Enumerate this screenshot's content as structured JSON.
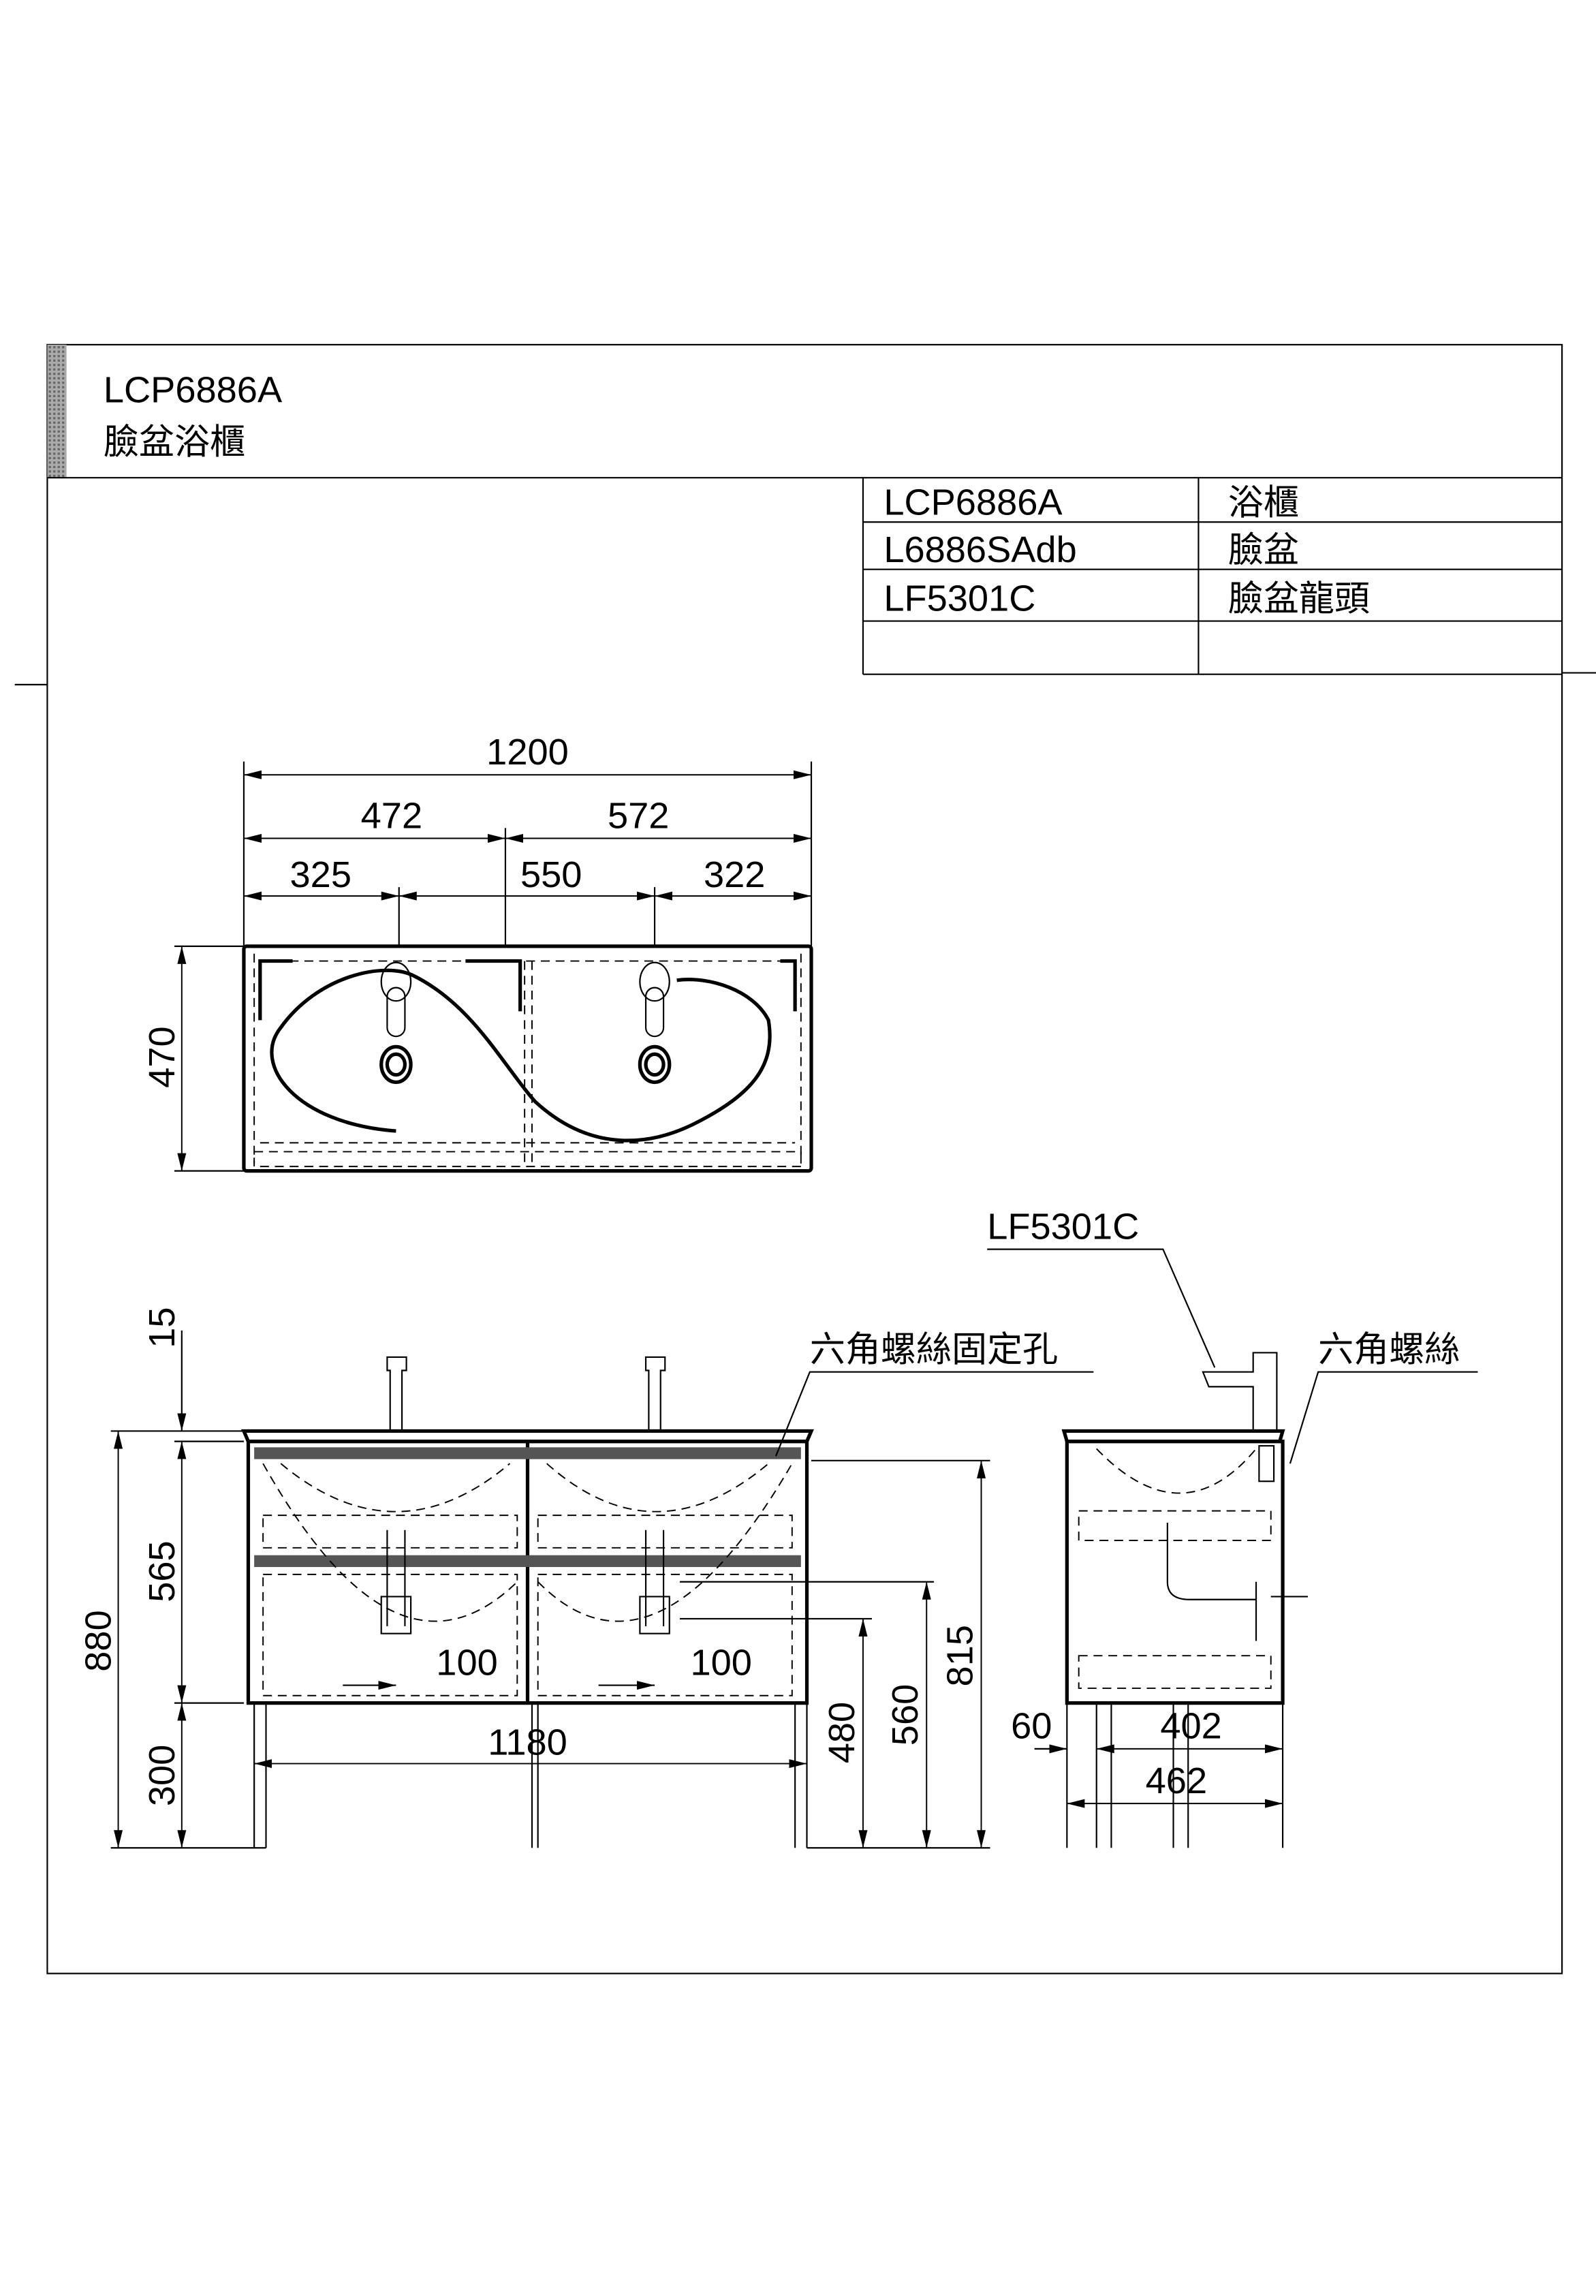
{
  "title_block": {
    "model": "LCP6886A",
    "name": "臉盆浴櫃",
    "accent_bar_color": "#808080"
  },
  "parts_table": [
    {
      "code": "LCP6886A",
      "desc": "浴櫃"
    },
    {
      "code": "L6886SAdb",
      "desc": "臉盆"
    },
    {
      "code": "LF5301C",
      "desc": "臉盆龍頭"
    },
    {
      "code": "",
      "desc": ""
    }
  ],
  "top_view": {
    "overall_width": "1200",
    "split_left": "472",
    "split_right": "572",
    "offset_left": "325",
    "faucet_spacing": "550",
    "offset_right": "322",
    "depth": "470"
  },
  "front_view": {
    "countertop": "15",
    "cabinet_height": "565",
    "total_height": "880",
    "leg_height": "300",
    "inner_width": "1180",
    "drain_offset_left": "100",
    "drain_offset_right": "100",
    "height_480": "480",
    "height_560": "560",
    "height_815": "815",
    "label_mount_hole": "六角螺絲固定孔"
  },
  "side_view": {
    "faucet_label": "LF5301C",
    "label_hex_screw": "六角螺絲",
    "offset": "60",
    "inner_depth": "402",
    "overall_depth": "462"
  }
}
